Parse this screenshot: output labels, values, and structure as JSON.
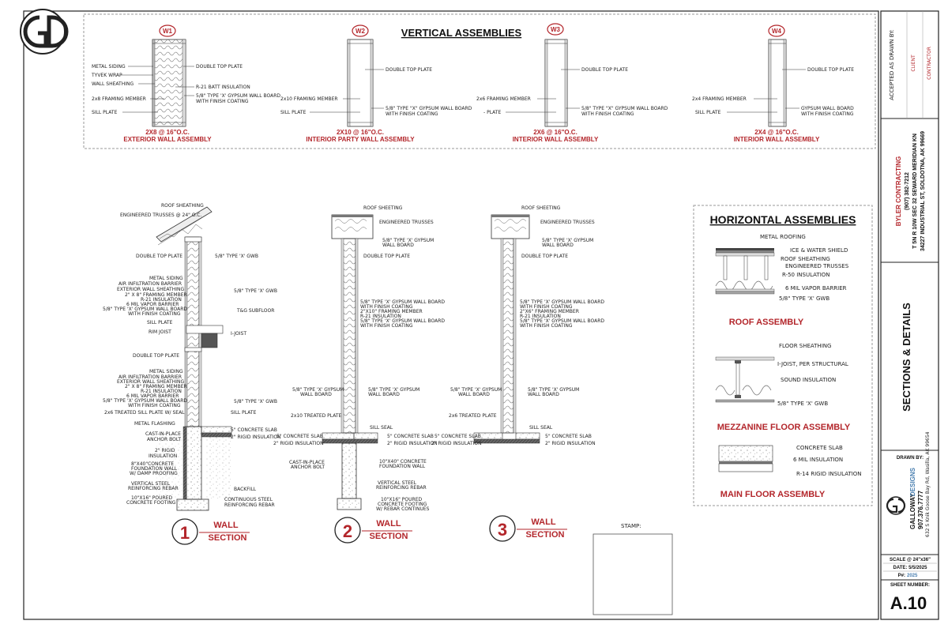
{
  "vertical_assemblies": {
    "title": "VERTICAL ASSEMBLIES",
    "w1": {
      "tag": "W1",
      "labels_left": [
        "METAL SIDING",
        "TYVEK WRAP",
        "WALL SHEATHING",
        "2x8 FRAMING MEMBER",
        "SILL PLATE"
      ],
      "labels_right": [
        "DOUBLE TOP PLATE",
        "R-21 BATT INSULATION",
        "5/8\" TYPE 'X' GYPSUM WALL BOARD",
        "WITH FINISH COATING"
      ],
      "spec": "2X8 @ 16\"O.C.",
      "name": "EXTERIOR WALL ASSEMBLY"
    },
    "w2": {
      "tag": "W2",
      "labels_left": [
        "2x10 FRAMING MEMBER",
        "SILL PLATE"
      ],
      "labels_right": [
        "DOUBLE TOP PLATE",
        "5/8\" TYPE \"X\" GYPSUM WALL BOARD",
        "WITH FINISH COATING"
      ],
      "spec": "2X10 @ 16\"O.C.",
      "name": "INTERIOR PARTY WALL ASSEMBLY"
    },
    "w3": {
      "tag": "W3",
      "labels_left": [
        "2x6 FRAMING MEMBER",
        "- PLATE"
      ],
      "labels_right": [
        "DOUBLE TOP PLATE",
        "5/8\" TYPE \"X\" GYPSUM WALL BOARD",
        "WITH FINISH COATING"
      ],
      "spec": "2X6 @ 16\"O.C.",
      "name": "INTERIOR WALL ASSEMBLY"
    },
    "w4": {
      "tag": "W4",
      "labels_left": [
        "2x4 FRAMING MEMBER",
        "SILL PLATE"
      ],
      "labels_right": [
        "DOUBLE TOP PLATE",
        "GYPSUM WALL BOARD",
        "WITH FINISH COATING"
      ],
      "spec": "2X4 @ 16\"O.C.",
      "name": "INTERIOR WALL ASSEMBLY"
    }
  },
  "sections": {
    "s1": {
      "number": "1",
      "title": "WALL",
      "subtitle": "SECTION",
      "labels_left": [
        "ROOF SHEATHING",
        "ENGINEERED TRUSSES @ 24\" O.C.",
        "DOUBLE TOP PLATE",
        "METAL SIDING",
        "AIR INFILTRATION BARRIER",
        "EXTERIOR WALL SHEATHING",
        "2\" X 8\" FRAMING MEMBER",
        "R-21 INSULATION",
        "6 MIL VAPOR BARRIER",
        "5/8\" TYPE 'X' GYPSUM WALL BOARD",
        "WITH FINISH COATING",
        "SILL PLATE",
        "RIM JOIST",
        "DOUBLE TOP PLATE",
        "METAL SIDING",
        "AIR INFILTRATION BARRIER",
        "EXTERIOR WALL SHEATHING",
        "2\" X 8\" FRAMING MEMBER",
        "R-21 INSULATION",
        "6 MIL VAPOR BARRIER",
        "5/8\" TYPE 'X' GYPSUM WALL BOARD",
        "WITH FINISH COATING",
        "2x6 TREATED SILL PLATE W/ SEAL",
        "METAL FLASHING",
        "CAST-IN-PLACE",
        "ANCHOR BOLT",
        "2\" RIGID",
        "INSULATION",
        "8\"X40\"CONCRETE",
        "FOUNDATION WALL",
        "W/ DAMP PROOFING",
        "VERTICAL STEEL",
        "REINFORCING REBAR",
        "10\"X16\" POURED",
        "CONCRETE FOOTING"
      ],
      "labels_right": [
        "5/8\" TYPE 'X' GWB",
        "5/8\" TYPE 'X' GWB",
        "T&G SUBFLOOR",
        "I-JOIST",
        "5/8\" TYPE 'X' GWB",
        "SILL PLATE",
        "5\" CONCRETE SLAB",
        "2\" RIGID INSULATION",
        "BACKFILL",
        "CONTINUOUS STEEL",
        "REINFORCING REBAR"
      ]
    },
    "s2": {
      "number": "2",
      "title": "WALL",
      "subtitle": "SECTION",
      "labels_left": [
        "5/8\" TYPE 'X' GYPSUM",
        "WALL BOARD",
        "2x10 TREATED PLATE",
        "5\" CONCRETE SLAB",
        "2\" RIGID INSULATION",
        "CAST-IN-PLACE",
        "ANCHOR BOLT"
      ],
      "labels_right": [
        "ROOF SHEETING",
        "ENGINEERED TRUSSES",
        "5/8\" TYPE 'X' GYPSUM",
        "WALL BOARD",
        "DOUBLE TOP PLATE",
        "5/8\" TYPE 'X' GYPSUM WALL BOARD",
        "WITH FINISH COATING",
        "2\"X10\" FRAMING MEMBER",
        "R-21 INSULATION",
        "5/8\" TYPE 'X' GYPSUM WALL BOARD",
        "WITH FINISH COATING",
        "5/8\" TYPE 'X' GYPSUM",
        "WALL BOARD",
        "SILL SEAL",
        "5\" CONCRETE SLAB",
        "2\" RIGID INSULATION",
        "10\"X40\" CONCRETE",
        "FOUNDATION WALL",
        "VERTICAL STEEL",
        "REINFORCING REBAR",
        "10\"X16\" POURED",
        "CONCRETE FOOTING",
        "W/ REBAR CONTINUES"
      ]
    },
    "s3": {
      "number": "3",
      "title": "WALL",
      "subtitle": "SECTION",
      "labels_left": [
        "5/8\" TYPE 'X' GYPSUM",
        "WALL BOARD",
        "2x6 TREATED PLATE",
        "5\" CONCRETE SLAB",
        "2\" RIGID INSULATION"
      ],
      "labels_right": [
        "ROOF SHEETING",
        "ENGINEERED TRUSSES",
        "5/8\" TYPE 'X' GYPSUM",
        "WALL BOARD",
        "DOUBLE TOP PLATE",
        "5/8\" TYPE 'X' GYPSUM WALL BOARD",
        "WITH FINISH COATING",
        "2\"X6\" FRAMING MEMBER",
        "R-21 INSULATION",
        "5/8\" TYPE 'X' GYPSUM WALL BOARD",
        "WITH FINISH COATING",
        "5/8\" TYPE 'X' GYPSUM",
        "WALL BOARD",
        "SILL SEAL",
        "5\" CONCRETE SLAB",
        "2\" RIGID INSULATION"
      ]
    }
  },
  "horizontal_assemblies": {
    "title": "HORIZONTAL ASSEMBLIES",
    "roof": {
      "name": "ROOF ASSEMBLY",
      "labels": [
        "METAL ROOFING",
        "ICE & WATER SHIELD",
        "ROOF SHEATHING",
        "ENGINEERED TRUSSES",
        "R-50 INSULATION",
        "6 MIL VAPOR BARRIER",
        "5/8\" TYPE 'X' GWB"
      ]
    },
    "mezzanine": {
      "name": "MEZZANINE FLOOR ASSEMBLY",
      "labels": [
        "FLOOR SHEATHING",
        "I-JOIST, PER STRUCTURAL",
        "SOUND INSULATION",
        "5/8\" TYPE 'X' GWB"
      ]
    },
    "main_floor": {
      "name": "MAIN FLOOR ASSEMBLY",
      "labels": [
        "CONCRETE SLAB",
        "6 MIL INSULATION",
        "R-14 RIGID INSULATION"
      ]
    }
  },
  "stamp": {
    "label": "STAMP:"
  },
  "title_block": {
    "accepted_label": "ACCEPTED AS DRAWN BY:",
    "client_label": "CLIENT",
    "contractor_label": "CONTRACTOR",
    "company": "BYLER CONTRACTING",
    "phone": "(907) 382-7212",
    "legal": "T 5N R 10W SEC 32 SEWARD MERIDIAN KN",
    "address": "34227 INDUSTRIAL ST, SOLDOTNA, AK 99669",
    "sheet_title": "SECTIONS & DETAILS",
    "drawn_by_label": "DRAWN BY:",
    "firm_name_1": "GALLOWAY",
    "firm_name_2": "DESIGNS",
    "firm_phone": "907.376.7777",
    "firm_address": "632 S Knik Goose Bay Rd, Wasilla, AK 99654",
    "scale": "SCALE @ 24\"x36\"",
    "date": "DATE: 5/5/2025",
    "project_no_label": "P#:",
    "project_no": "2025",
    "sheet_number_label": "SHEET NUMBER:",
    "sheet_number": "A.10"
  },
  "colors": {
    "accent_red": "#b3262b",
    "line": "#222222",
    "firm_blue": "#4a7fb0"
  }
}
